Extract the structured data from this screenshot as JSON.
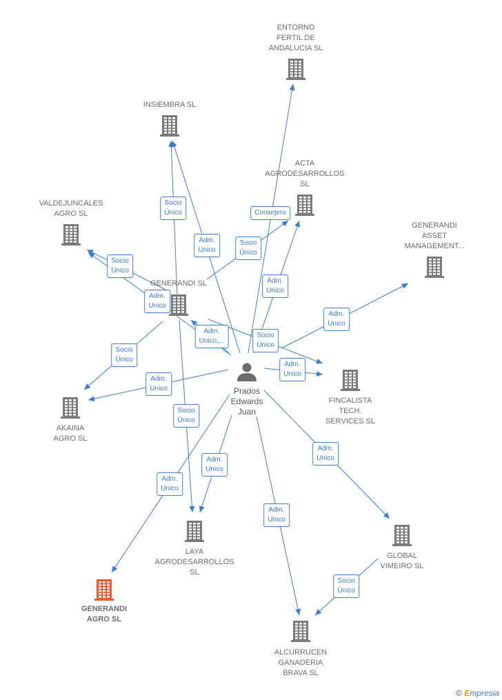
{
  "colors": {
    "edge": "#3a7bd5",
    "building": "#7a7a7a",
    "highlight": "#f05a28"
  },
  "person": {
    "id": "prados",
    "name_lines": [
      "Prados",
      "Edwards",
      "Juan"
    ]
  },
  "nodes": [
    {
      "id": "entorno",
      "lines": [
        "ENTORNO",
        "FERTIL DE",
        "ANDALUCIA SL"
      ]
    },
    {
      "id": "insiembra",
      "lines": [
        "INSIEMBRA SL"
      ]
    },
    {
      "id": "acta",
      "lines": [
        "ACTA",
        "AGRODESARROLLOS",
        "SL"
      ]
    },
    {
      "id": "valdejuncales",
      "lines": [
        "VALDEJUNCALES",
        "AGRO SL"
      ]
    },
    {
      "id": "generandi_asset",
      "lines": [
        "GENERANDI",
        "ASSET",
        "MANAGEMENT..."
      ]
    },
    {
      "id": "generandi_sl",
      "lines": [
        "GENERANDI SL"
      ]
    },
    {
      "id": "fincalista",
      "lines": [
        "FINCALISTA",
        "TECH.",
        "SERVICES SL"
      ]
    },
    {
      "id": "akaina",
      "lines": [
        "AKAINA",
        "AGRO SL"
      ]
    },
    {
      "id": "laya",
      "lines": [
        "LAYA",
        "AGRODESARROLLOS",
        "SL"
      ]
    },
    {
      "id": "global",
      "lines": [
        "GLOBAL",
        "VIMEIRO SL"
      ]
    },
    {
      "id": "generandi_agro",
      "lines": [
        "GENERANDI",
        "AGRO SL"
      ],
      "highlight": true
    },
    {
      "id": "alcurrucen",
      "lines": [
        "ALCURRUCEN",
        "GANADERIA",
        "BRAVA SL"
      ]
    }
  ],
  "edges": [
    {
      "from": "prados",
      "to": "entorno",
      "lines": [
        "Consejero"
      ]
    },
    {
      "from": "prados",
      "to": "insiembra",
      "lines": [
        "Adm.",
        "Unico"
      ]
    },
    {
      "from": "generandi_sl",
      "to": "insiembra",
      "lines": [
        "Socio",
        "Único"
      ]
    },
    {
      "from": "generandi_sl",
      "to": "acta",
      "lines": [
        "Socio",
        "Único"
      ]
    },
    {
      "from": "prados",
      "to": "acta",
      "lines": [
        "Adm.",
        "Unico"
      ]
    },
    {
      "from": "generandi_sl",
      "to": "valdejuncales",
      "lines": [
        "Socio",
        "Único"
      ]
    },
    {
      "from": "prados",
      "to": "valdejuncales",
      "lines": [
        "Adm.",
        "Unico"
      ]
    },
    {
      "from": "prados",
      "to": "generandi_asset",
      "lines": [
        "Adm.",
        "Unico"
      ]
    },
    {
      "from": "prados",
      "to": "generandi_sl",
      "lines": [
        "Adm.",
        "Unico,..."
      ]
    },
    {
      "from": "generandi_sl",
      "to": "fincalista",
      "lines": [
        "Socio",
        "Único"
      ]
    },
    {
      "from": "prados",
      "to": "fincalista",
      "lines": [
        "Adm.",
        "Unico"
      ]
    },
    {
      "from": "generandi_sl",
      "to": "akaina",
      "lines": [
        "Socio",
        "Único"
      ]
    },
    {
      "from": "prados",
      "to": "akaina",
      "lines": [
        "Adm.",
        "Unico"
      ]
    },
    {
      "from": "generandi_sl",
      "to": "laya",
      "lines": [
        "Socio",
        "Único"
      ]
    },
    {
      "from": "prados",
      "to": "laya",
      "lines": [
        "Adm.",
        "Unico"
      ]
    },
    {
      "from": "prados",
      "to": "generandi_agro",
      "lines": [
        "Adm.",
        "Unico"
      ]
    },
    {
      "from": "prados",
      "to": "global",
      "lines": [
        "Adm.",
        "Unico"
      ]
    },
    {
      "from": "prados",
      "to": "alcurrucen",
      "lines": [
        "Adm.",
        "Unico"
      ]
    },
    {
      "from": "global",
      "to": "alcurrucen",
      "lines": [
        "Socio",
        "Único"
      ]
    }
  ],
  "footer": {
    "copyright": "©",
    "brand_first": "E",
    "brand_rest": "mpresia"
  }
}
